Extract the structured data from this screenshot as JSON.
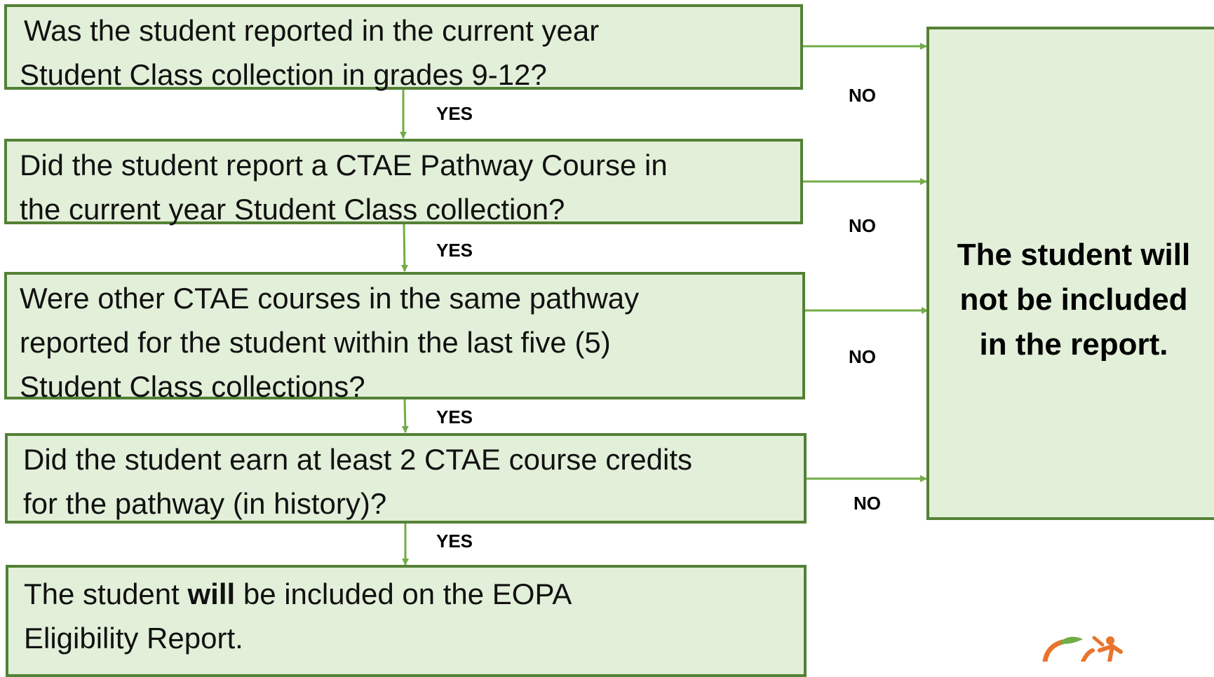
{
  "colors": {
    "box_fill": "#e2efd9",
    "box_border": "#538135",
    "arrow": "#70ad47",
    "logo_green": "#70ad47",
    "logo_orange": "#e8742d"
  },
  "questions": [
    {
      "line1": "Was the student reported in the current year",
      "line2": "Student Class collection in grades 9-12?"
    },
    {
      "line1": "Did the student report a CTAE Pathway Course in",
      "line2": "the current year Student Class collection?"
    },
    {
      "line1": "Were other CTAE courses in the same pathway",
      "line2": "reported for the student within the last five (5)",
      "line3": "Student Class collections?"
    },
    {
      "line1": "Did the student earn at least 2 CTAE course credits",
      "line2": "for the pathway (in history)?"
    }
  ],
  "final": {
    "prefix": "The student ",
    "bold": "will",
    "suffix": " be included on the EOPA",
    "line2": "Eligibility Report."
  },
  "outcome": {
    "line1": "The student will",
    "line2": "not be included",
    "line3": "in the report."
  },
  "labels": {
    "yes": "YES",
    "no": "NO"
  },
  "logo": {
    "icon": "peach-logo-icon"
  }
}
